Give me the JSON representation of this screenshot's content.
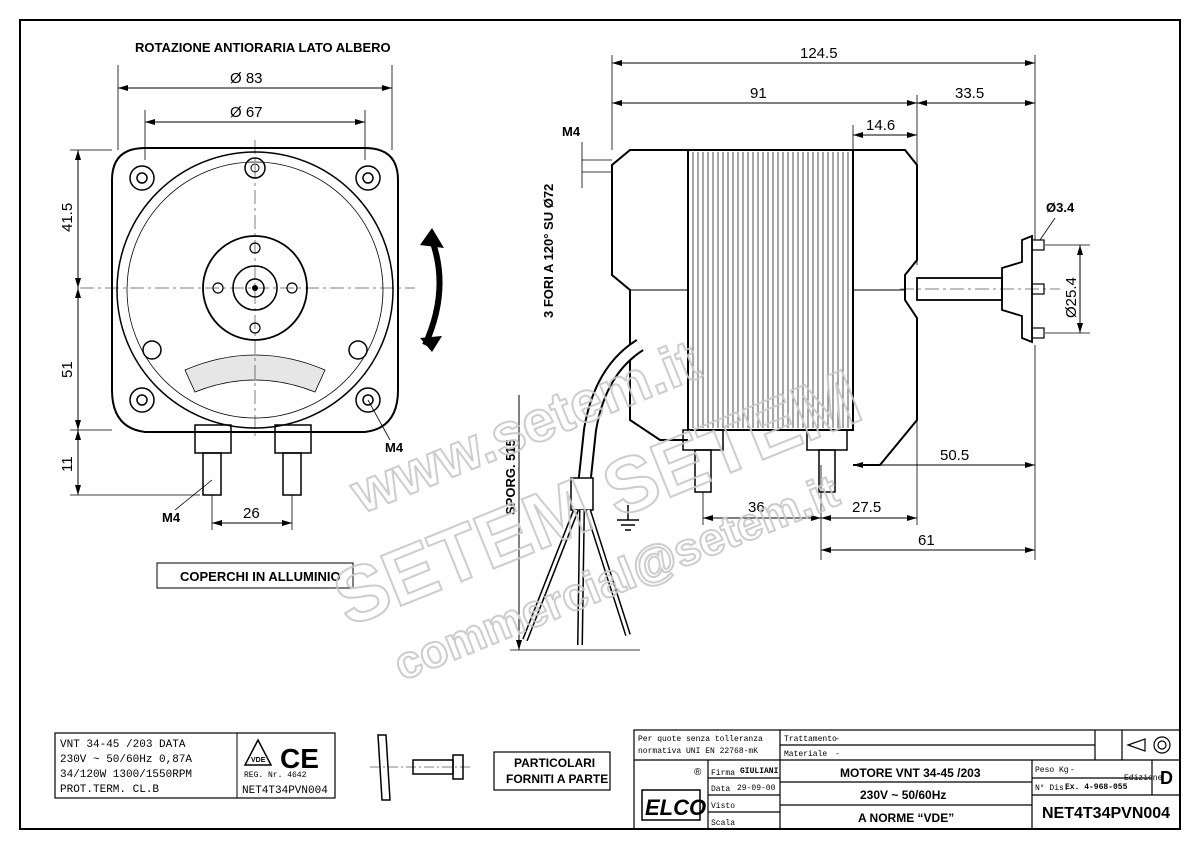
{
  "front_view": {
    "rotation_note": "ROTAZIONE ANTIORARIA LATO ALBERO",
    "dia_outer": "Ø 83",
    "dia_inner": "Ø 67",
    "dim_top": "41.5",
    "dim_bottom": "51",
    "dim_foot": "11",
    "dim_spacing": "26",
    "thread_left": "M4",
    "thread_right": "M4",
    "covers_note": "COPERCHI IN ALLUMINIO"
  },
  "side_view": {
    "length_total": "124.5",
    "length_body": "91",
    "length_shaft": "33.5",
    "dim_14_6": "14.6",
    "thread": "M4",
    "holes_note": "3 FORI A 120° SU Ø72",
    "hole_dia": "Ø3.4",
    "flange_dia": "Ø25.4",
    "cable_len": "SPORG. 515",
    "dim_50_5": "50.5",
    "dim_36": "36",
    "dim_27_5": "27.5",
    "dim_61": "61"
  },
  "spec_box": {
    "line1": "VNT 34-45   /203   DATA",
    "line2": "230V ~ 50/60Hz   0,87A",
    "line3": "34/120W  1300/1550RPM",
    "line4": "PROT.TERM.  CL.B",
    "vde": "VDE",
    "ce": "CE",
    "reg": "REG. Nr. 4642",
    "code": "NET4T34PVN004"
  },
  "accessories_note": [
    "PARTICOLARI",
    "FORNITI A PARTE"
  ],
  "title_block": {
    "tolerance_1": "Per quote senza tolleranza",
    "tolerance_2": "normativa UNI EN 22768-mK",
    "trattamento_label": "Trattamento",
    "trattamento_val": "-",
    "materiale_label": "Materiale",
    "materiale_val": "-",
    "logo": "ELCO",
    "registered": "®",
    "firma_label": "Firma",
    "firma": "GIULIANI",
    "data_label": "Data",
    "data": "29-09-00",
    "visto_label": "Visto",
    "scala_label": "Scala",
    "title1": "MOTORE VNT 34-45 /203",
    "title2": "230V ~ 50/60Hz",
    "title3": "A NORME “VDE”",
    "peso_label": "Peso Kg",
    "peso_val": "-",
    "dis_label": "N° Dis.",
    "dis_val": "Ex. 4-968-055",
    "edizione_label": "Edizione",
    "edizione_val": "D",
    "code": "NET4T34PVN004"
  },
  "watermark": {
    "line1": "www.setem.it",
    "line2": "SETEM SETEM",
    "line3": "commercial@setem.it"
  }
}
